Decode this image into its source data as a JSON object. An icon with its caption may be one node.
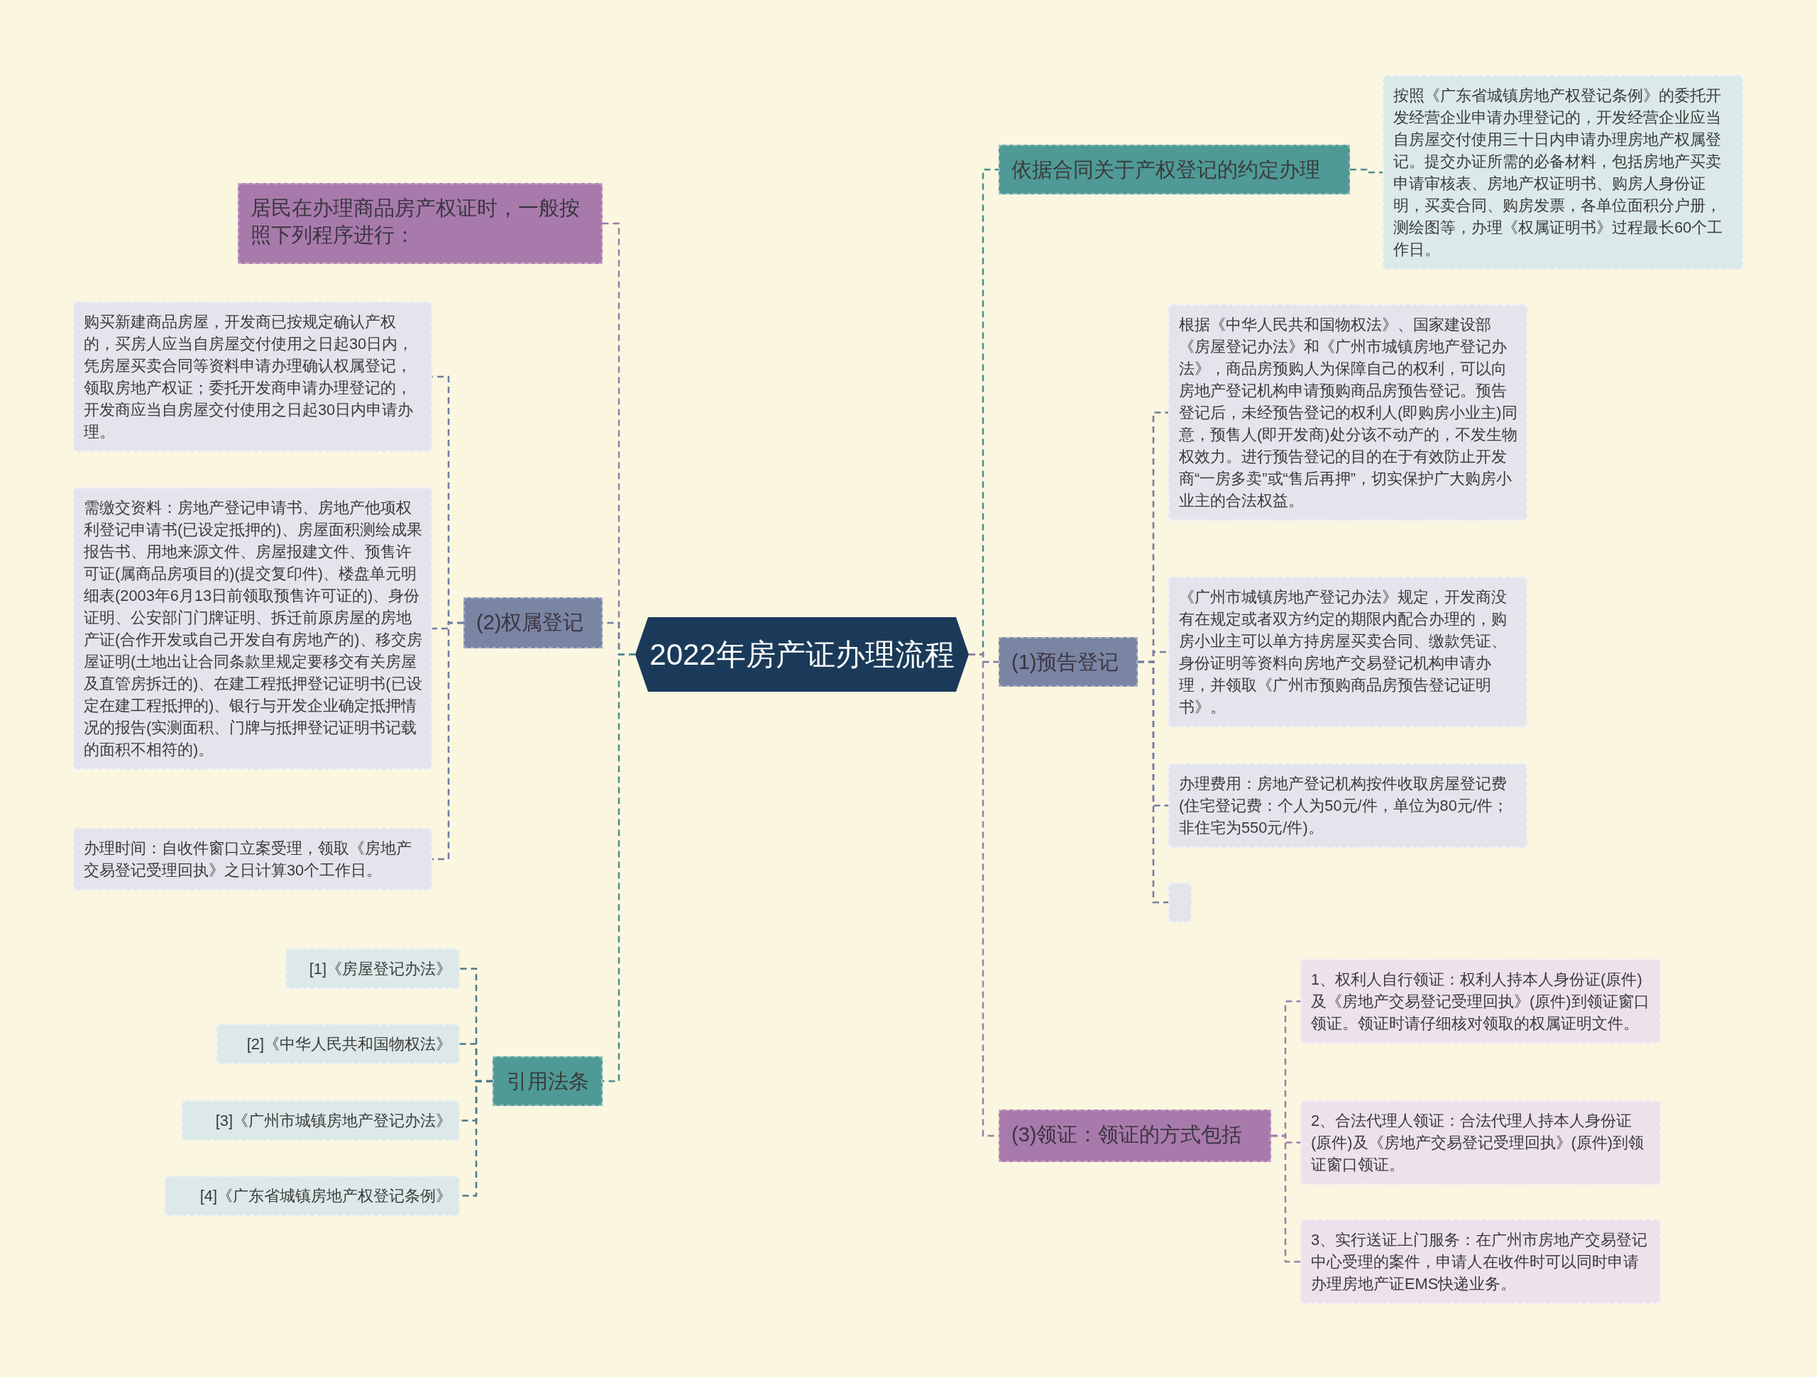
{
  "diagram": {
    "nodes": [
      {
        "text": [
          "2022年房产证办理流程"
        ]
      },
      {
        "text": [
          "居民在办理商品房产权证时，一般按照下列程序进行："
        ]
      },
      {
        "text": [
          "(2)权属登记"
        ]
      },
      {
        "text": [
          "购买新建商品房屋，开发商已按规定确认产权的，买房人应当自房屋交付使用之日起30日内，凭房屋买卖合同等资料申请办理确认权属登记，领取房地产权证；委托开发商申请办理登记的，开发商应当自房屋交付使用之日起30日内申请办理。"
        ]
      },
      {
        "text": [
          "需缴交资料：房地产登记申请书、房地产他项权利登记申请书(已设定抵押的)、房屋面积测绘成果报告书、用地来源文件、房屋报建文件、预售许可证(属商品房项目的)(提交复印件)、楼盘单元明细表(2003年6月13日前领取预售许可证的)、身份证明、公安部门门牌证明、拆迁前原房屋的房地产证(合作开发或自己开发自有房地产的)、移交房屋证明(土地出让合同条款里规定要移交有关房屋及直管房拆迁的)、在建工程抵押登记证明书(已设定在建工程抵押的)、银行与开发企业确定抵押情况的报告(实测面积、门牌与抵押登记证明书记载的面积不相符的)。"
        ]
      },
      {
        "text": [
          "办理时间：自收件窗口立案受理，领取《房地产交易登记受理回执》之日计算30个工作日。"
        ]
      },
      {
        "text": [
          "引用法条"
        ]
      },
      {
        "text": [
          "[1]《房屋登记办法》"
        ]
      },
      {
        "text": [
          "[2]《中华人民共和国物权法》"
        ]
      },
      {
        "text": [
          "[3]《广州市城镇房地产登记办法》"
        ]
      },
      {
        "text": [
          "[4]《广东省城镇房地产权登记条例》"
        ]
      },
      {
        "text": [
          "依据合同关于产权登记的约定办理"
        ]
      },
      {
        "text": [
          "按照《广东省城镇房地产权登记条例》的委托开发经营企业申请办理登记的，开发经营企业应当自房屋交付使用三十日内申请办理房地产权属登记。提交办证所需的必备材料，包括房地产买卖申请审核表、房地产权证明书、购房人身份证明，买卖合同、购房发票，各单位面积分户册，测绘图等，办理《权属证明书》过程最长60个工作日。"
        ]
      },
      {
        "text": [
          "(1)预告登记"
        ]
      },
      {
        "text": [
          "根据《中华人民共和国物权法》、国家建设部《房屋登记办法》和《广州市城镇房地产登记办法》，商品房预购人为保障自己的权利，可以向房地产登记机构申请预购商品房预告登记。预告登记后，未经预告登记的权利人(即购房小业主)同意，预售人(即开发商)处分该不动产的，不发生物权效力。进行预告登记的目的在于有效防止开发商“一房多卖”或“售后再押”，切实保护广大购房小业主的合法权益。"
        ]
      },
      {
        "text": [
          "《广州市城镇房地产登记办法》规定，开发商没有在规定或者双方约定的期限内配合办理的，购房小业主可以单方持房屋买卖合同、缴款凭证、身份证明等资料向房地产交易登记机构申请办理，并领取《广州市预购商品房预告登记证明书》。"
        ]
      },
      {
        "text": [
          "办理费用：房地产登记机构按件收取房屋登记费(住宅登记费：个人为50元/件，单位为80元/件；非住宅为550元/件)。"
        ]
      },
      {
        "text": [],
        "shape": "box"
      },
      {
        "text": [
          "(3)领证：领证的方式包括"
        ]
      },
      {
        "text": [
          "1、权利人自行领证：权利人持本人身份证(原件)及《房地产交易登记受理回执》(原件)到领证窗口领证。领证时请仔细核对领取的权属证明文件。"
        ]
      },
      {
        "text": [
          "2、合法代理人领证：合法代理人持本人身份证(原件)及《房地产交易登记受理回执》(原件)到领证窗口领证。"
        ]
      },
      {
        "text": [
          "3、实行送证上门服务：在广州市房地产交易登记中心受理的案件，申请人在收件时可以同时申请办理房地产证EMS快递业务。"
        ]
      }
    ],
    "edges": [
      {
        "from": 0,
        "to": 1,
        "arrow": "none",
        "style": "dashed",
        "color": "#a57aa8"
      },
      {
        "from": 0,
        "to": 2,
        "arrow": "none",
        "style": "dashed",
        "color": "#6f7d9e"
      },
      {
        "from": 2,
        "to": 3,
        "arrow": "none",
        "style": "dashed",
        "color": "#6f7d9e"
      },
      {
        "from": 2,
        "to": 4,
        "arrow": "none",
        "style": "dashed",
        "color": "#6f7d9e"
      },
      {
        "from": 2,
        "to": 5,
        "arrow": "none",
        "style": "dashed",
        "color": "#6f7d9e"
      },
      {
        "from": 0,
        "to": 6,
        "arrow": "none",
        "style": "dashed",
        "color": "#4a8f8c"
      },
      {
        "from": 6,
        "to": 7,
        "arrow": "none",
        "style": "dashed",
        "color": "#4a7a8c"
      },
      {
        "from": 6,
        "to": 8,
        "arrow": "none",
        "style": "dashed",
        "color": "#4a7a8c"
      },
      {
        "from": 6,
        "to": 9,
        "arrow": "none",
        "style": "dashed",
        "color": "#4a7a8c"
      },
      {
        "from": 6,
        "to": 10,
        "arrow": "none",
        "style": "dashed",
        "color": "#4a7a8c"
      },
      {
        "from": 0,
        "to": 11,
        "arrow": "none",
        "style": "dashed",
        "color": "#4a8f8c"
      },
      {
        "from": 11,
        "to": 12,
        "arrow": "none",
        "style": "dashed",
        "color": "#4a8f8c"
      },
      {
        "from": 0,
        "to": 13,
        "arrow": "none",
        "style": "dashed",
        "color": "#6f7d9e"
      },
      {
        "from": 13,
        "to": 14,
        "arrow": "none",
        "style": "dashed",
        "color": "#6f7d9e"
      },
      {
        "from": 13,
        "to": 15,
        "arrow": "none",
        "style": "dashed",
        "color": "#6f7d9e"
      },
      {
        "from": 13,
        "to": 16,
        "arrow": "none",
        "style": "dashed",
        "color": "#6f7d9e"
      },
      {
        "from": 13,
        "to": 17,
        "arrow": "none",
        "style": "dashed",
        "color": "#6f7d9e"
      },
      {
        "from": 0,
        "to": 18,
        "arrow": "none",
        "style": "dashed",
        "color": "#a57aa8"
      },
      {
        "from": 18,
        "to": 19,
        "arrow": "none",
        "style": "dashed",
        "color": "#a57aa8"
      },
      {
        "from": 18,
        "to": 20,
        "arrow": "none",
        "style": "dashed",
        "color": "#a57aa8"
      },
      {
        "from": 18,
        "to": 21,
        "arrow": "none",
        "style": "dashed",
        "color": "#a57aa8"
      }
    ]
  }
}
